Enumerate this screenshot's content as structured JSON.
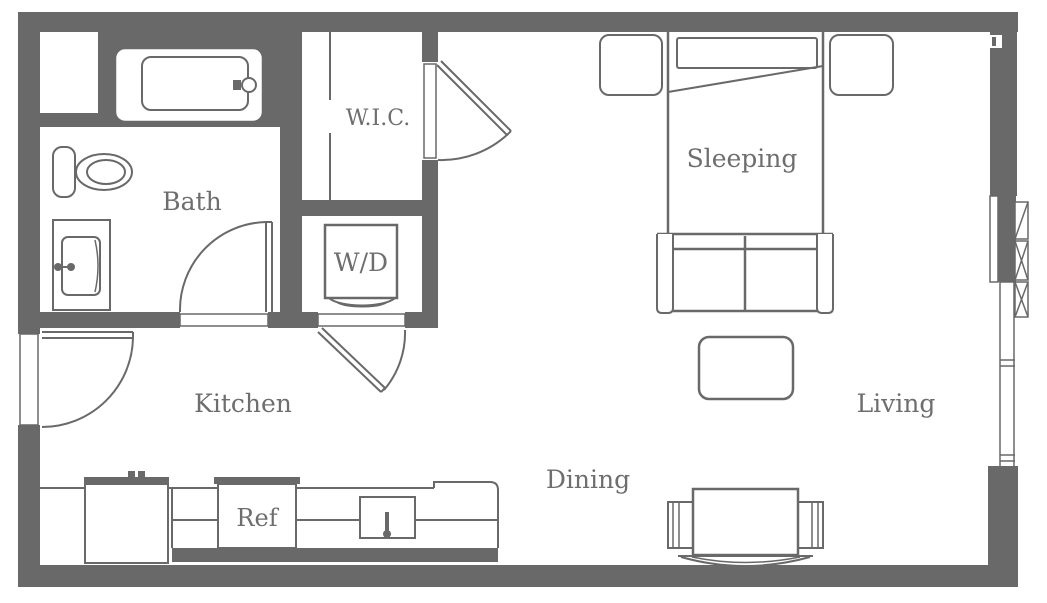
{
  "plan": {
    "type": "studio-apartment-floor-plan",
    "colors": {
      "wall": "#696969",
      "label": "#6e6e6e",
      "background": "#ffffff"
    },
    "rooms": {
      "bath": {
        "label": "Bath"
      },
      "wic": {
        "label": "W.I.C."
      },
      "wd": {
        "label": "W/D"
      },
      "kitchen": {
        "label": "Kitchen"
      },
      "sleeping": {
        "label": "Sleeping"
      },
      "dining": {
        "label": "Dining"
      },
      "living": {
        "label": "Living"
      }
    },
    "appliances": {
      "refrigerator": {
        "label": "Ref"
      }
    }
  }
}
